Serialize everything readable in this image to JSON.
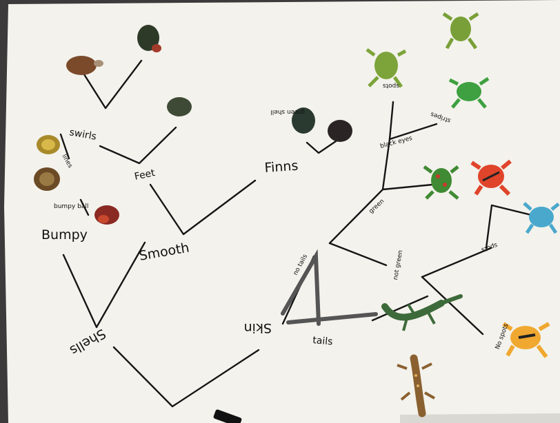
{
  "labels": {
    "skin": "Skin",
    "shells": "Shells",
    "bumpy": "Bumpy",
    "smooth": "Smooth",
    "feet": "Feet",
    "finns": "Finns",
    "swirls": "swirls",
    "no_tails": "no tails",
    "tails": "tails",
    "green": "green",
    "not_green": "not green",
    "spots": "spots",
    "stripes": "stripes",
    "no_spots": "No spots",
    "black_eyes": "black eyes",
    "lines": "lines",
    "bumpy_ball": "bumpy ball",
    "green_shell": "green shell",
    "colors": {
      "background": "#f2f1ec",
      "ink": "#111111",
      "frame": "#3a3838"
    }
  }
}
